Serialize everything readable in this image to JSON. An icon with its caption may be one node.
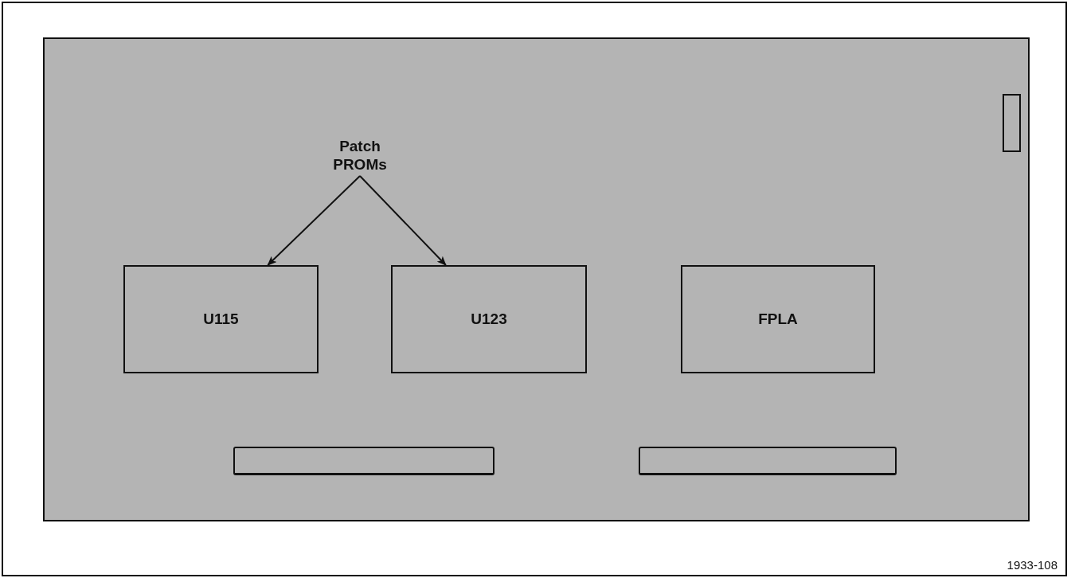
{
  "diagram": {
    "nodes": [
      {
        "text": [],
        "shape": "box"
      },
      {
        "text": [
          "Patch PROMs"
        ],
        "in": 0
      },
      {
        "text": [],
        "shape": "box",
        "in": 0
      },
      {
        "text": [
          "U115"
        ],
        "in": 0
      },
      {
        "text": [
          "U123"
        ],
        "in": 0
      },
      {
        "text": [
          "FPLA"
        ],
        "in": 0
      },
      {
        "text": [],
        "shape": "bar",
        "in": 0
      },
      {
        "text": [],
        "shape": "bar",
        "in": 0
      }
    ],
    "edges": [
      {
        "from": 1,
        "to": 3,
        "arrow": "to"
      },
      {
        "from": 1,
        "to": 4,
        "arrow": "to"
      }
    ],
    "labels": [
      "1933-108"
    ]
  }
}
